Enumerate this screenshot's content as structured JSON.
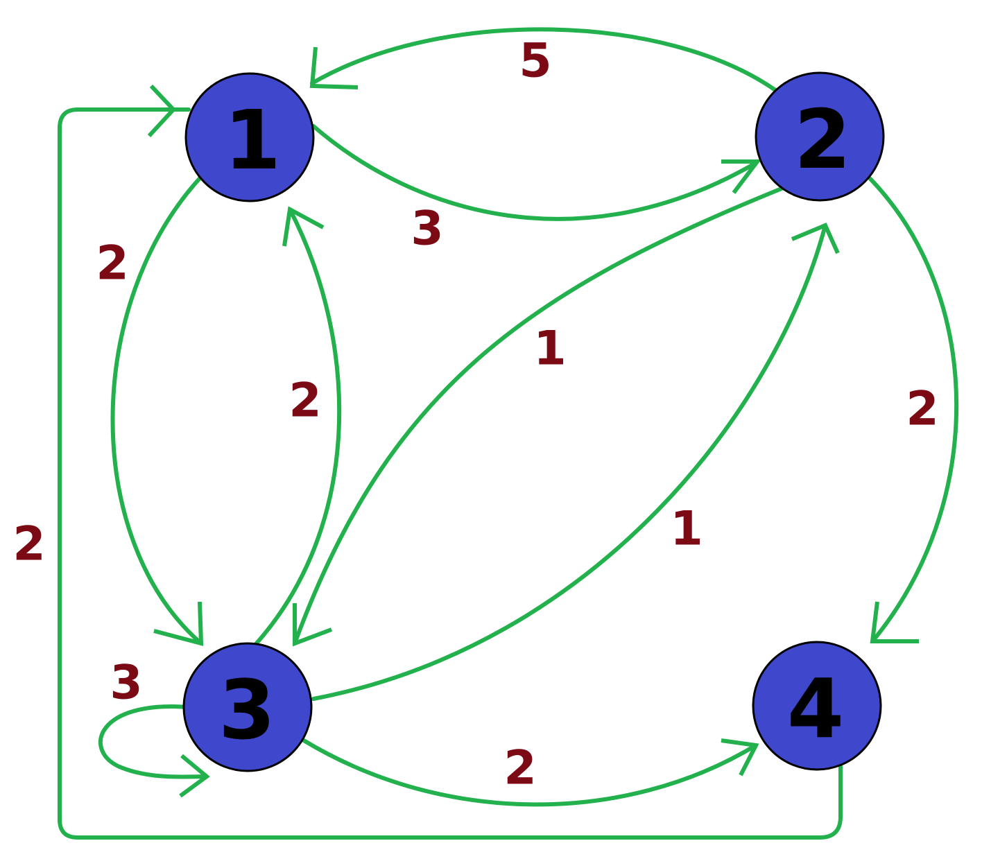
{
  "colors": {
    "edge": "#22b14c",
    "node_fill": "#3f48cc",
    "node_text": "#000000",
    "weight": "#7b0a14"
  },
  "nodes": [
    {
      "id": "n1",
      "label": "1"
    },
    {
      "id": "n2",
      "label": "2"
    },
    {
      "id": "n3",
      "label": "3"
    },
    {
      "id": "n4",
      "label": "4"
    }
  ],
  "edges": [
    {
      "id": "e-2-1",
      "from": "2",
      "to": "1",
      "weight": "5"
    },
    {
      "id": "e-1-2",
      "from": "1",
      "to": "2",
      "weight": "3"
    },
    {
      "id": "e-1-3",
      "from": "1",
      "to": "3",
      "weight": "2"
    },
    {
      "id": "e-3-1",
      "from": "3",
      "to": "1",
      "weight": "2"
    },
    {
      "id": "e-2-3",
      "from": "2",
      "to": "3",
      "weight": "1"
    },
    {
      "id": "e-3-2",
      "from": "3",
      "to": "2",
      "weight": "1"
    },
    {
      "id": "e-2-4",
      "from": "2",
      "to": "4",
      "weight": "2"
    },
    {
      "id": "e-3-4",
      "from": "3",
      "to": "4",
      "weight": "2"
    },
    {
      "id": "e-4-1",
      "from": "4",
      "to": "1",
      "weight": "2"
    },
    {
      "id": "e-3-3",
      "from": "3",
      "to": "3",
      "weight": "3"
    }
  ]
}
